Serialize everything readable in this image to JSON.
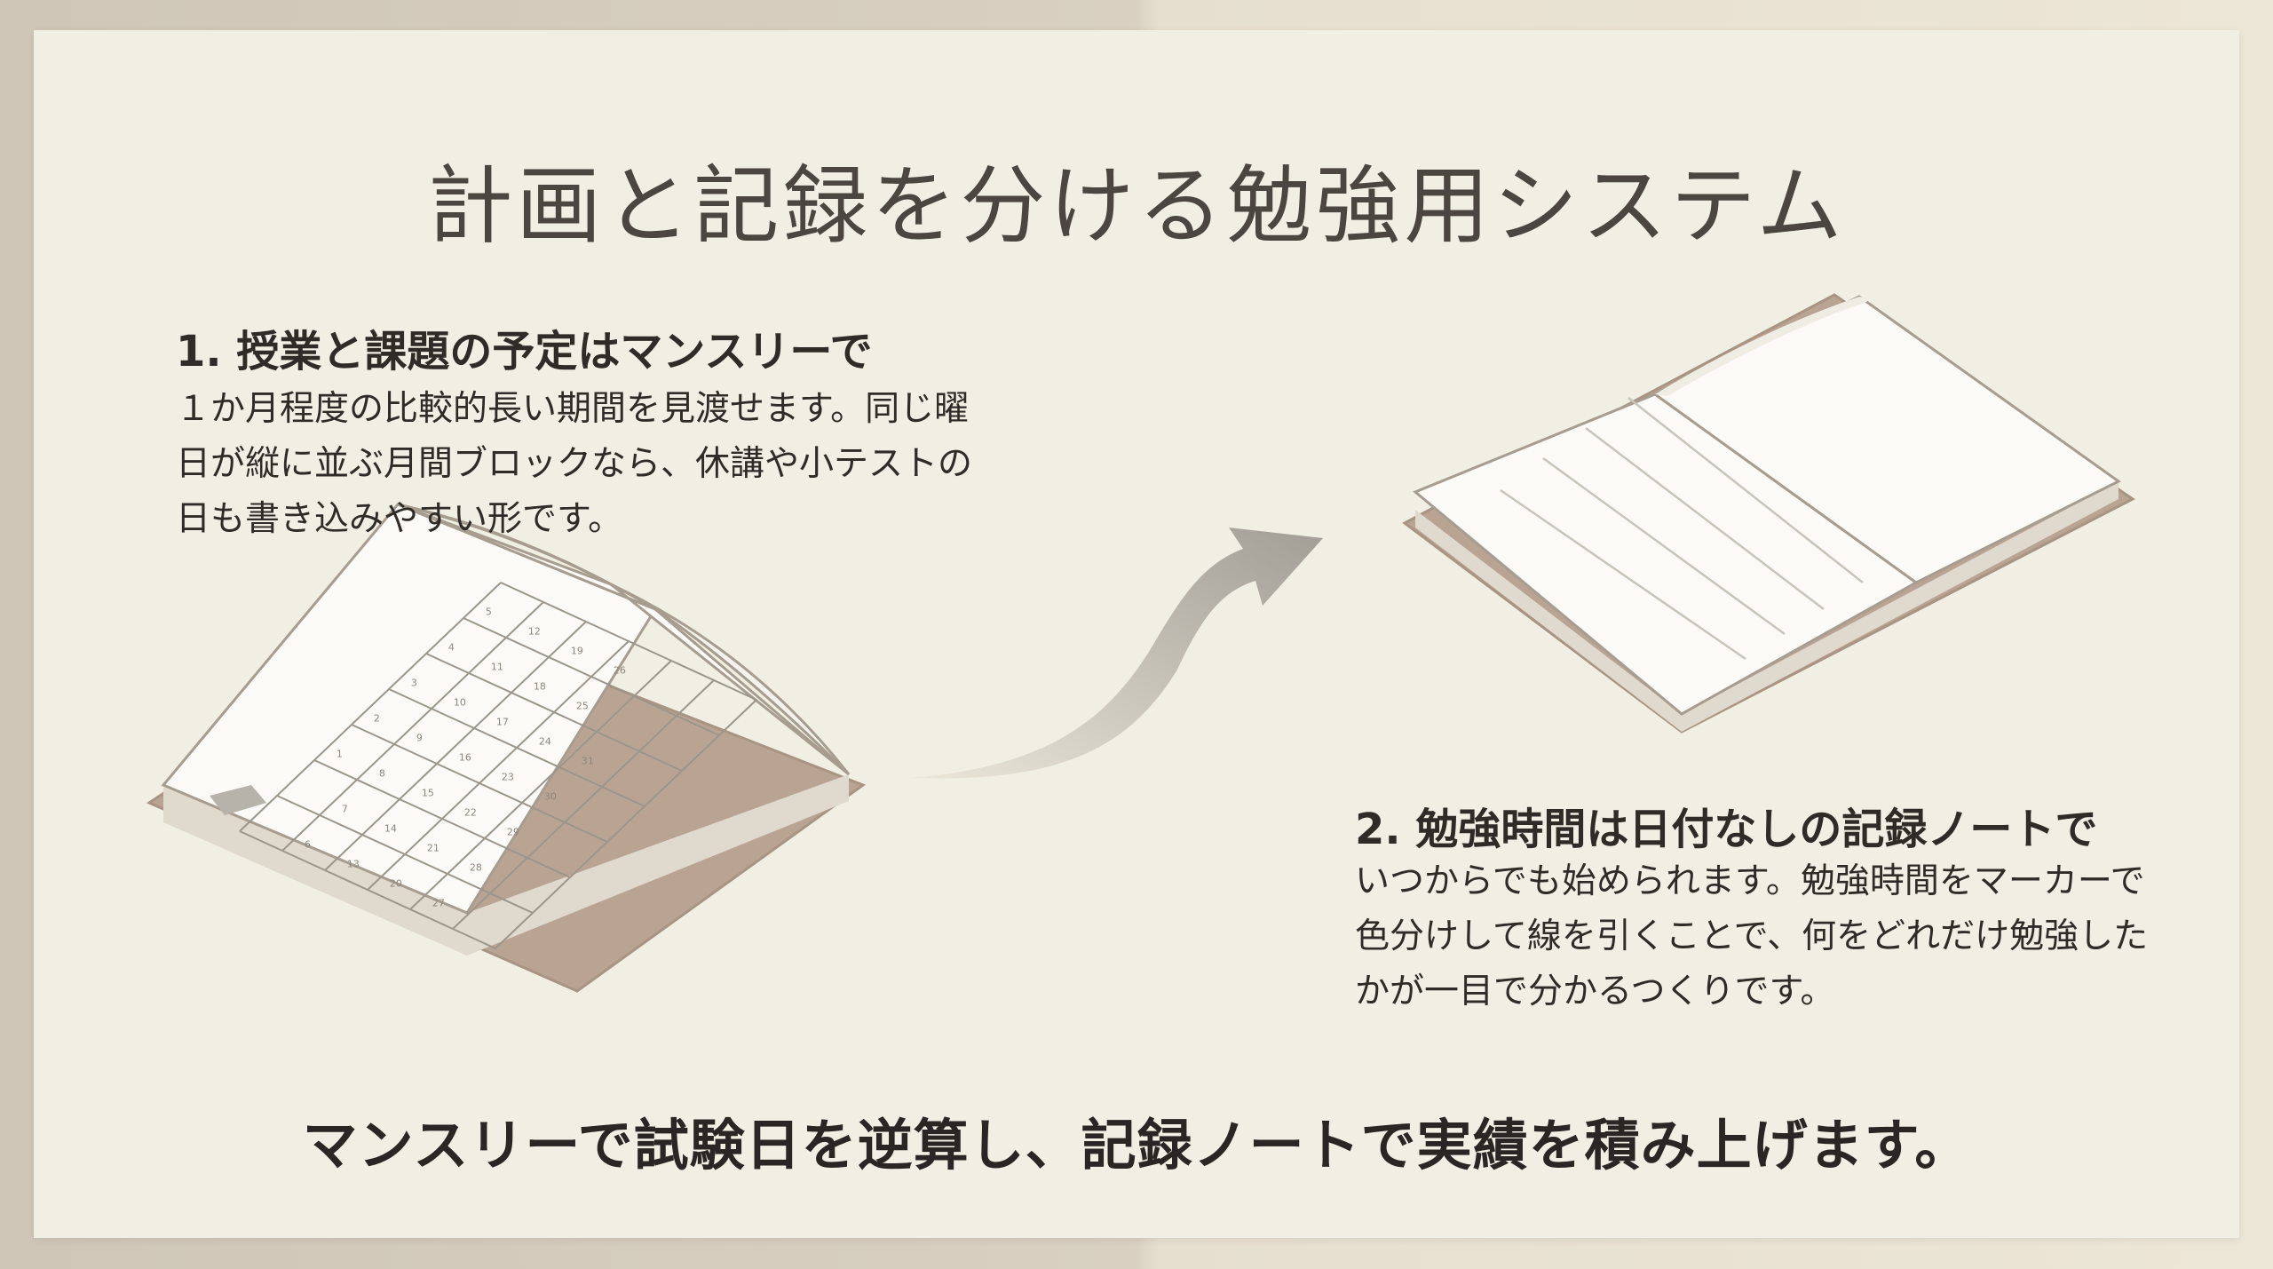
{
  "title": "計画と記録を分ける勉強用システム",
  "section1": {
    "heading": "1. 授業と課題の予定はマンスリーで",
    "body": "１か月程度の比較的長い期間を見渡せます。同じ曜日が縦に並ぶ月間ブロックなら、休講や小テストの日も書き込みやすい形です。"
  },
  "section2": {
    "heading": "2. 勉強時間は日付なしの記録ノートで",
    "body": "いつからでも始められます。勉強時間をマーカーで色分けして線を引くことで、何をどれだけ勉強したかが一目で分かるつくりです。"
  },
  "footer": "マンスリーで試験日を逆算し、記録ノートで実績を積み上げます。",
  "calendar_days": [
    "1",
    "2",
    "3",
    "4",
    "5",
    "6",
    "7",
    "8",
    "9",
    "10",
    "11",
    "12",
    "13",
    "14",
    "15",
    "16",
    "17",
    "18",
    "19",
    "20",
    "21",
    "22",
    "23",
    "24",
    "25",
    "26",
    "27",
    "28",
    "29",
    "30",
    "31"
  ],
  "colors": {
    "background": "#f1efe4",
    "cover": "#b9a493",
    "page": "#fbfaf6",
    "arrow": "#a8a39b"
  }
}
